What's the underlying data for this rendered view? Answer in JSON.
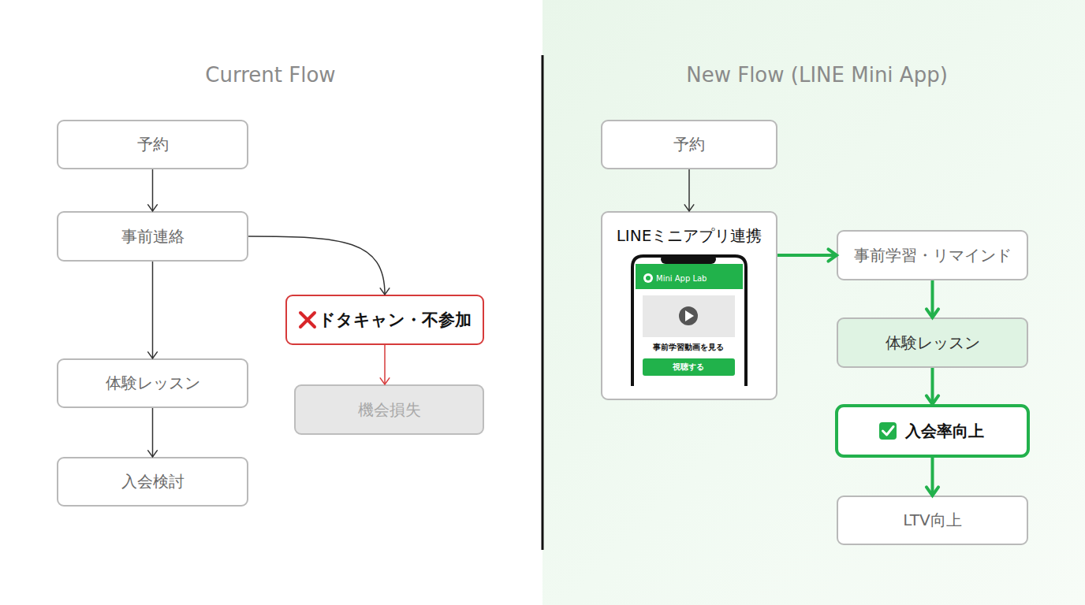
{
  "diagram": {
    "nodes": [
      {
        "text": [
          "予約"
        ]
      },
      {
        "text": [
          "事前連絡"
        ]
      },
      {
        "text": [
          "ドタキャン・不参加"
        ]
      },
      {
        "text": [
          "機会損失"
        ]
      },
      {
        "text": [
          "体験レッスン"
        ]
      },
      {
        "text": [
          "入会検討"
        ]
      },
      {
        "text": [
          "予約"
        ]
      },
      {
        "text": [
          "LINEミニアプリ連携"
        ]
      },
      {
        "text": [
          "事前学習・リマインド"
        ]
      },
      {
        "text": [
          "体験レッスン"
        ]
      },
      {
        "text": [
          "入会率向上"
        ]
      },
      {
        "text": [
          "LTV向上"
        ]
      }
    ],
    "edges": [
      {
        "from": 0,
        "to": 1,
        "arrow": "to"
      },
      {
        "from": 1,
        "to": 4,
        "arrow": "to"
      },
      {
        "from": 1,
        "to": 2,
        "arrow": "to"
      },
      {
        "from": 2,
        "to": 3,
        "arrow": "to"
      },
      {
        "from": 4,
        "to": 5,
        "arrow": "to"
      },
      {
        "from": 6,
        "to": 7,
        "arrow": "to"
      },
      {
        "from": 7,
        "to": 8,
        "arrow": "to"
      },
      {
        "from": 8,
        "to": 9,
        "arrow": "to"
      },
      {
        "from": 9,
        "to": 10,
        "arrow": "to"
      },
      {
        "from": 10,
        "to": 11,
        "arrow": "to"
      }
    ],
    "labels": [
      "Current Flow",
      "New Flow (LINE Mini App)",
      "Mini App Lab",
      "事前学習動画を見る",
      "視聴する"
    ]
  }
}
